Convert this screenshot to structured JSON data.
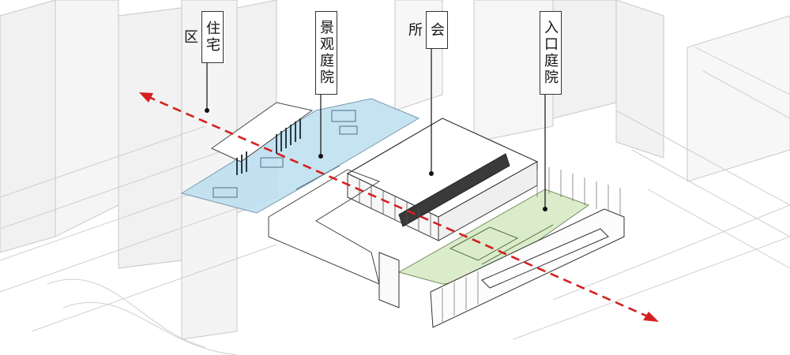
{
  "labels": {
    "residential": "住宅区",
    "landscape_courtyard": "景观庭院",
    "clubhouse": "会所",
    "entrance_courtyard": "入口庭院"
  },
  "colors": {
    "landscape_zone": "#bfe0f0",
    "entrance_zone": "#d9ecc8",
    "axis_arrow": "#d42020",
    "linework": "#555555",
    "ghost_buildings": "#c8c8c8"
  },
  "icons": {
    "axis": "dashed-arrow-icon"
  }
}
